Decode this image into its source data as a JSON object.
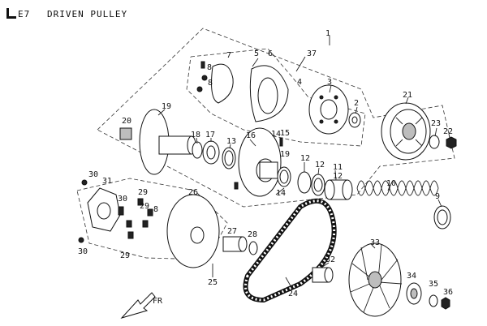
{
  "header": {
    "section_code": "E7",
    "title": "DRIVEN PULLEY"
  },
  "direction_marker": "FR",
  "callouts": [
    "1",
    "37",
    "5",
    "6",
    "7",
    "8",
    "8",
    "4",
    "3",
    "2",
    "21",
    "23",
    "22",
    "19",
    "20",
    "18",
    "17",
    "13",
    "16",
    "14",
    "15",
    "19",
    "10",
    "12",
    "12",
    "11",
    "12",
    "14",
    "9",
    "30",
    "31",
    "30",
    "29",
    "29",
    "26",
    "8",
    "27",
    "28",
    "25",
    "24",
    "32",
    "33",
    "34",
    "35",
    "36",
    "30",
    "29"
  ]
}
